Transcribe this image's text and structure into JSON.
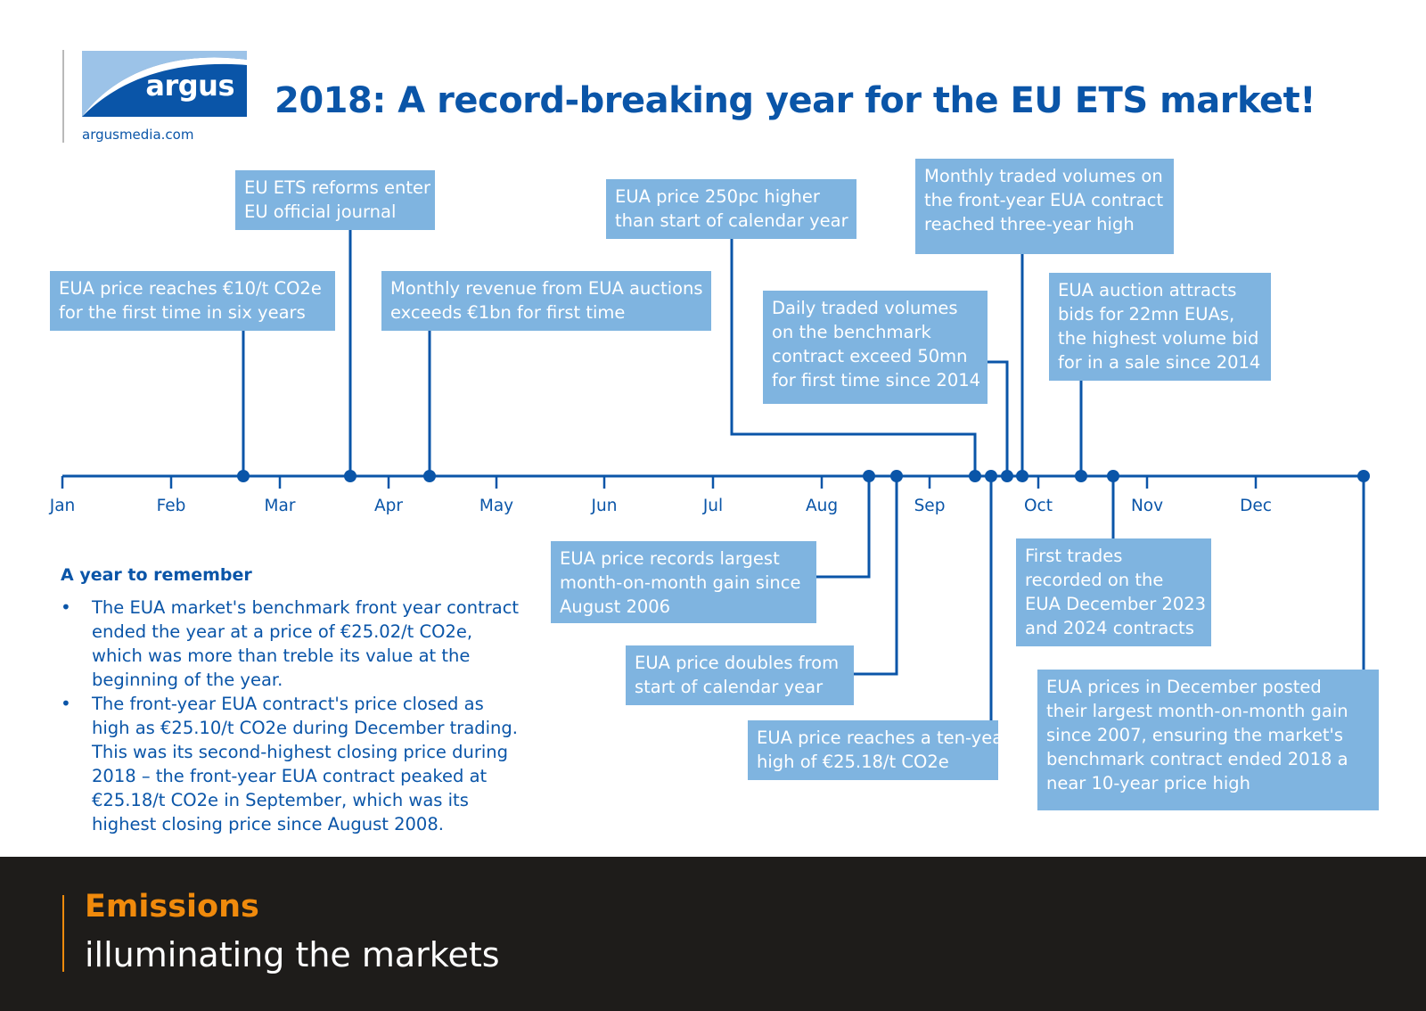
{
  "logo": {
    "word": "argus",
    "url": "argusmedia.com"
  },
  "title": "2018: A record-breaking year for the EU ETS market!",
  "colors": {
    "primary": "#0a55a8",
    "box": "#7fb4e0",
    "footer_bg": "#1e1c1a",
    "accent": "#f08a0c"
  },
  "months": [
    "Jan",
    "Feb",
    "Mar",
    "Apr",
    "May",
    "Jun",
    "Jul",
    "Aug",
    "Sep",
    "Oct",
    "Nov",
    "Dec"
  ],
  "events": [
    {
      "text": [
        "EUA price reaches €10/t CO2e",
        "for the first time in six years"
      ]
    },
    {
      "text": [
        "EU ETS reforms enter",
        "EU official journal"
      ]
    },
    {
      "text": [
        "Monthly revenue from EUA auctions",
        "exceeds €1bn for first time"
      ]
    },
    {
      "text": [
        "EUA price records largest",
        "month-on-month gain since",
        "August 2006"
      ]
    },
    {
      "text": [
        "EUA price doubles from",
        "start of calendar year"
      ]
    },
    {
      "text": [
        "EUA price 250pc higher",
        "than start of calendar year"
      ]
    },
    {
      "text": [
        "EUA price reaches a ten-year",
        "high of €25.18/t CO2e"
      ]
    },
    {
      "text": [
        "Daily traded volumes",
        "on the benchmark",
        "contract exceed 50mn",
        "for first time since 2014"
      ]
    },
    {
      "text": [
        "Monthly traded volumes on",
        "the front-year EUA contract",
        "reached three-year high"
      ]
    },
    {
      "text": [
        "EUA auction attracts",
        "bids for 22mn EUAs,",
        "the highest volume bid",
        "for in a sale since 2014"
      ]
    },
    {
      "text": [
        "First trades",
        "recorded on the",
        "EUA December 2023",
        "and 2024 contracts"
      ]
    },
    {
      "text": [
        "EUA prices in December posted",
        "their largest month-on-month gain",
        "since 2007, ensuring the market's",
        "benchmark contract ended 2018 a",
        "near 10-year price high"
      ]
    }
  ],
  "summary": {
    "heading": "A year to remember",
    "bullets": [
      "The EUA market's benchmark front year contract ended the year at a price of €25.02/t CO2e, which was more than treble its value at the beginning of the year.",
      "The front-year EUA contract's price closed as high as €25.10/t CO2e during December trading. This was its second-highest closing price during 2018 – the front-year EUA contract peaked at €25.18/t CO2e in September, which was its highest closing price since August 2008."
    ]
  },
  "footer": {
    "category": "Emissions",
    "tagline": "illuminating the markets"
  }
}
